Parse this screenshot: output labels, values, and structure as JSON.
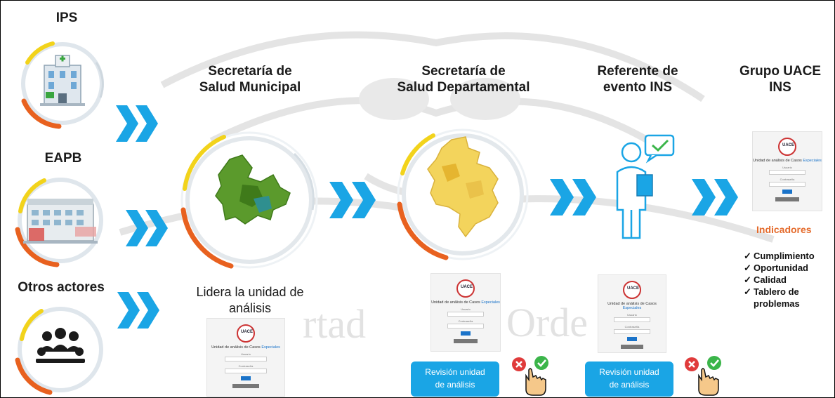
{
  "actors": {
    "ips": "IPS",
    "eapb": "EAPB",
    "otros": "Otros actores"
  },
  "stages": {
    "municipal": [
      "Secretaría de",
      "Salud Municipal"
    ],
    "departamental": [
      "Secretaría de",
      "Salud Departamental"
    ],
    "referente": [
      "Referente de",
      "evento INS"
    ],
    "uace": [
      "Grupo UACE",
      "INS"
    ]
  },
  "lidera": [
    "Lidera la unidad de",
    "análisis"
  ],
  "login_card": {
    "logo": "UACE",
    "title_plain": "Unidad de análisis de Casos ",
    "title_accent": "Especiales",
    "field1": "Usuario",
    "field2": "Contraseña"
  },
  "review_button": [
    "Revisión unidad",
    "de análisis"
  ],
  "indicators": {
    "title": "Indicadores",
    "items": [
      "Cumplimiento",
      "Oportunidad",
      "Calidad",
      "Tablero de problemas"
    ]
  },
  "watermark": {
    "left_word": "rtad",
    "right_word": "Orde"
  },
  "colors": {
    "arrow_blue": "#1aa5e5",
    "ring_orange": "#e8611f",
    "ring_yellow": "#f2d31b",
    "map_green": "#5b9a2c",
    "map_yellow": "#f3d45c",
    "indicator_orange": "#e46b2c"
  }
}
